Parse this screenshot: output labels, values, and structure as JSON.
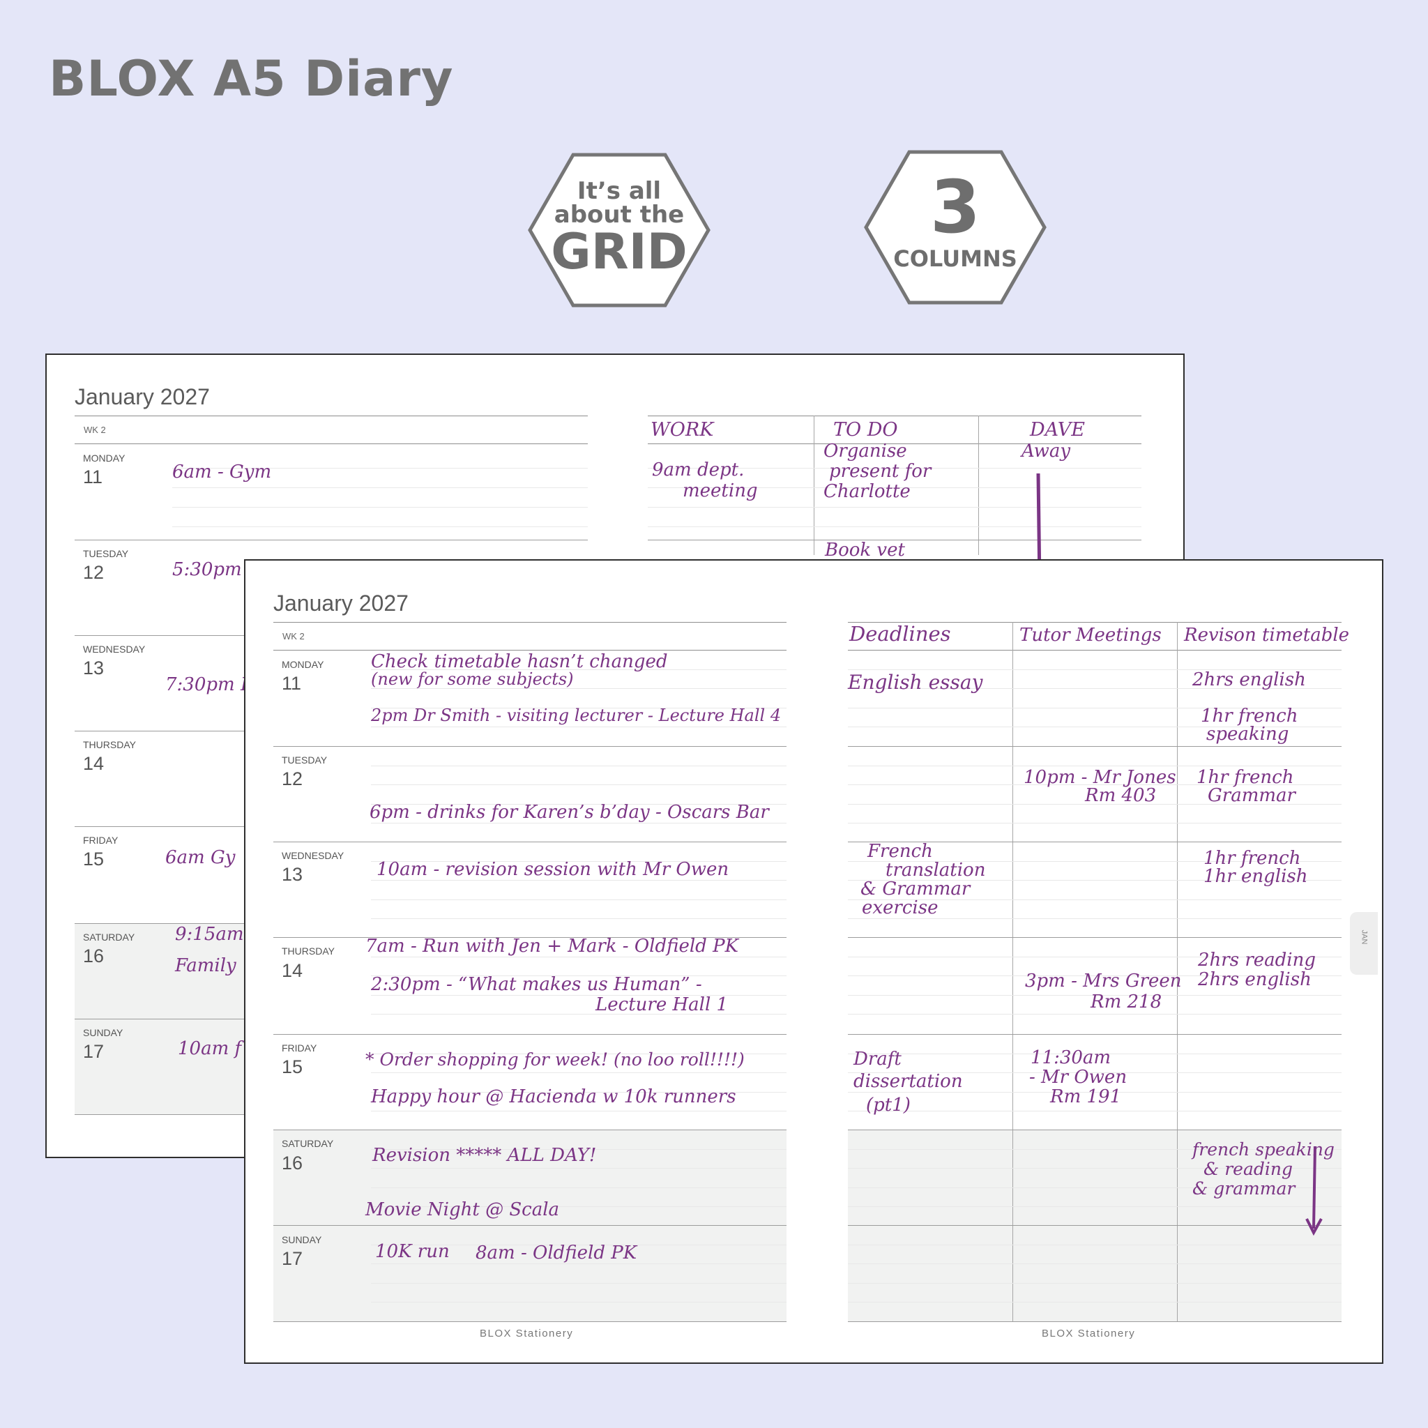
{
  "header": {
    "title": "BLOX A5 Diary"
  },
  "badges": {
    "grid": {
      "line1": "It’s all",
      "line2": "about the",
      "line3": "GRID"
    },
    "columns": {
      "number": "3",
      "label": "COLUMNS"
    }
  },
  "back_page": {
    "month": "January 2027",
    "week": "WK  2",
    "columns": [
      "WORK",
      "TO DO",
      "DAVE"
    ],
    "days": [
      {
        "name": "MONDAY",
        "num": "11"
      },
      {
        "name": "TUESDAY",
        "num": "12"
      },
      {
        "name": "WEDNESDAY",
        "num": "13"
      },
      {
        "name": "THURSDAY",
        "num": "14"
      },
      {
        "name": "FRIDAY",
        "num": "15"
      },
      {
        "name": "SATURDAY",
        "num": "16"
      },
      {
        "name": "SUNDAY",
        "num": "17"
      }
    ],
    "entries": {
      "mon_gym": "6am - Gym",
      "tue": "5:30pm",
      "wed": "7:30pm H",
      "fri": "6am Gy",
      "sat1": "9:15am",
      "sat2": "Family",
      "sun": "10am f",
      "work1": "9am dept.",
      "work2": "meeting",
      "todo1": "Organise",
      "todo2": "present for",
      "todo3": "Charlotte",
      "todo4": "Book vet",
      "dave": "Away"
    }
  },
  "front_page": {
    "month": "January 2027",
    "week": "WK  2",
    "columns": [
      "Deadlines",
      "Tutor Meetings",
      "Revison timetable"
    ],
    "days": [
      {
        "name": "MONDAY",
        "num": "11"
      },
      {
        "name": "TUESDAY",
        "num": "12"
      },
      {
        "name": "WEDNESDAY",
        "num": "13"
      },
      {
        "name": "THURSDAY",
        "num": "14"
      },
      {
        "name": "FRIDAY",
        "num": "15"
      },
      {
        "name": "SATURDAY",
        "num": "16"
      },
      {
        "name": "SUNDAY",
        "num": "17"
      }
    ],
    "entries": {
      "mon1": "Check timetable hasn’t changed",
      "mon2": "(new for some subjects)",
      "mon3": "2pm Dr Smith - visiting lecturer - Lecture Hall 4",
      "tue1": "6pm - drinks for Karen’s b’day - Oscars Bar",
      "wed1": "10am - revision session with Mr Owen",
      "thu1": "7am - Run with Jen + Mark - Oldfield PK",
      "thu2": "2:30pm - “What makes us Human” -",
      "thu3": "Lecture Hall 1",
      "fri1": "* Order shopping for week! (no loo roll!!!!)",
      "fri2": "Happy hour @ Hacienda w 10k runners",
      "sat1": "Revision ***** ALL DAY!",
      "sat2": "Movie Night @ Scala",
      "sun1": "10K run",
      "sun2": "8am - Oldfield PK"
    },
    "deadlines": {
      "d1": "English essay",
      "d2": "French",
      "d3": "translation",
      "d4": "& Grammar",
      "d5": "exercise",
      "d6": "Draft",
      "d7": "dissertation",
      "d8": "(pt1)"
    },
    "tutor": {
      "t1": "10pm - Mr Jones",
      "t2": "Rm 403",
      "t3": "3pm - Mrs Green",
      "t4": "Rm 218",
      "t5": "11:30am",
      "t6": "- Mr Owen",
      "t7": "Rm 191"
    },
    "revision": {
      "r1": "2hrs english",
      "r2": "1hr french",
      "r3": "speaking",
      "r4": "1hr french",
      "r5": "Grammar",
      "r6": "1hr french",
      "r7": "1hr english",
      "r8": "2hrs reading",
      "r9": "2hrs english",
      "r10": "french speaking",
      "r11": "& reading",
      "r12": "& grammar"
    },
    "footer_left": "BLOX Stationery",
    "footer_right": "BLOX Stationery",
    "tab": "JAN"
  }
}
